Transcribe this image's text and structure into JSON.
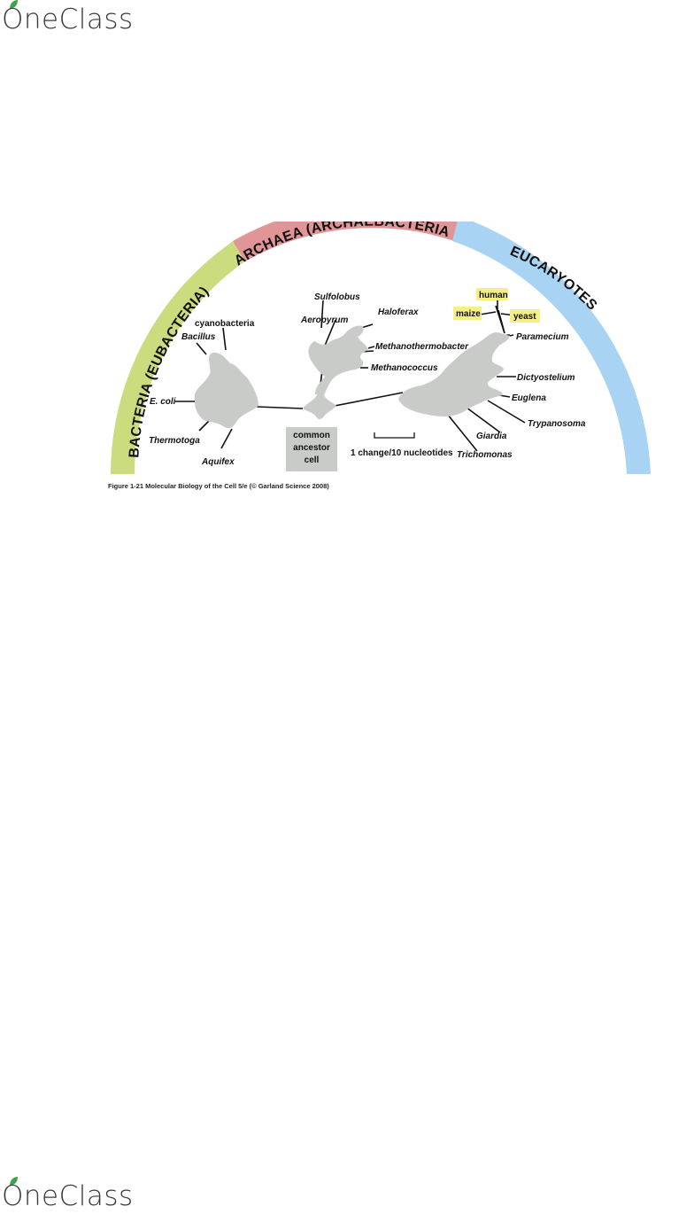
{
  "brand": {
    "name": "OneClass",
    "leaf_color": "#3aa447"
  },
  "figure": {
    "domains": {
      "bacteria": "BACTERIA (EUBACTERIA)",
      "archaea": "ARCHAEA (ARCHAEBACTERIA)",
      "eucaryotes": "EUCARYOTES"
    },
    "colors": {
      "bacteria": "#cbdc7e",
      "archaea": "#e29596",
      "eucaryotes": "#a9d3f3",
      "tree": "#c9cbc9",
      "highlight": "#f6ef86"
    },
    "labels": {
      "cyanobacteria": "cyanobacteria",
      "bacillus": "Bacillus",
      "ecoli": "E. coli",
      "thermotoga": "Thermotoga",
      "aquifex": "Aquifex",
      "sulfolobus": "Sulfolobus",
      "aeropyrum": "Aeropyrum",
      "haloferax": "Haloferax",
      "methanothermobacter": "Methanothermobacter",
      "methanococcus": "Methanococcus",
      "human": "human",
      "maize": "maize",
      "yeast": "yeast",
      "paramecium": "Paramecium",
      "dictyostelium": "Dictyostelium",
      "euglena": "Euglena",
      "trypanosoma": "Trypanosoma",
      "giardia": "Giardia",
      "trichomonas": "Trichomonas"
    },
    "ancestor": {
      "line1": "common",
      "line2": "ancestor",
      "line3": "cell"
    },
    "scale_label": "1 change/10 nucleotides",
    "caption": "Figure 1-21 Molecular Biology of the Cell 5/e (© Garland Science 2008)"
  }
}
